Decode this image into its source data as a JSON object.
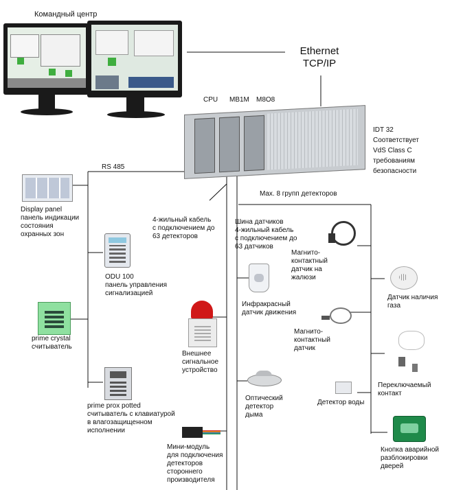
{
  "header": {
    "command_center": "Командный центр",
    "ethernet_line1": "Ethernet",
    "ethernet_line2": "TCP/IP"
  },
  "rack": {
    "modules": [
      "CPU",
      "MB1M",
      "M8O8"
    ],
    "description": "IDT 32\nСоответствует\nVdS Class C\nтребованиям\nбезопасности"
  },
  "bus": {
    "rs485": "RS 485",
    "max_groups": "Max. 8 групп детекторов"
  },
  "left_devices": {
    "display_panel": "Display panel\nпанель индикации\nсостояния\nохранных зон",
    "odu": "ODU 100\nпанель управления\nсигнализацией",
    "prime_crystal": "prime crystal\nсчитыватель",
    "prime_prox": "prime prox potted\nсчитыватель с клавиатурой\nв влагозащищенном\nисполнении"
  },
  "middle_devices": {
    "cable": "4-жильный кабель\nс подключением до\n63 детекторов",
    "siren": "Внешнее\nсигнальное\nустройство",
    "mini_module": "Мини-модуль\nдля подключения\nдетекторов\nстороннего\nпроизводителя"
  },
  "sensor_bus": {
    "title": "Шина датчиков\n4-жильный кабель\nс подключением до\n63 датчиков",
    "pir": "Инфракрасный\nдатчик движения",
    "smoke": "Оптический\nдетектор\nдыма"
  },
  "right_devices": {
    "magnet_blinds": "Магнито-\nконтактный\nдатчик на\nжалюзи",
    "magnet": "Магнито-\nконтактный\nдатчик",
    "water": "Детектор воды",
    "gas": "Датчик наличия\nгаза",
    "switch_contact": "Переключаемый\nконтакт",
    "emergency": "Кнопка аварийной\nразблокировки\nдверей"
  },
  "colors": {
    "wire": "#111111",
    "monitor_bezel": "#1a1a1a",
    "rack_metal": "#c8ccd0",
    "siren_red": "#d01818",
    "crystal_green": "#8fe0a0",
    "emergency_green": "#1f8a4a"
  }
}
